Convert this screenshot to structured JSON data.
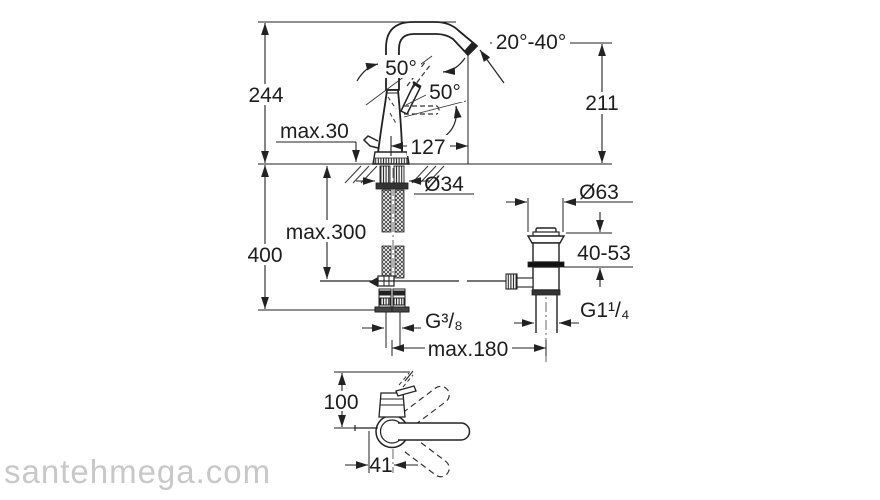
{
  "colors": {
    "background": "#ffffff",
    "line": "#222222",
    "text": "#1d1d1d",
    "watermark": "#c8c8c8"
  },
  "watermark": {
    "text": "santehmega.com"
  },
  "labels": {
    "total_height": "244",
    "deck_thickness_max": "max.30",
    "swivel_angle": "50°",
    "handle_angle": "50°",
    "spout_angle_range": "20°-40°",
    "spout_reach": "127",
    "spout_outlet_height": "211",
    "shank_diameter": "Ø34",
    "hose_length_max": "max.300",
    "under_counter_depth": "400",
    "waste_flange_diameter": "Ø63",
    "waste_clamping_range": "40-53",
    "supply_connection_thread": "G³/₈",
    "waste_connection_thread": "G1¹/₄",
    "rod_reach_max": "max.180",
    "handle_projection": "100",
    "rod_offset": "41"
  }
}
